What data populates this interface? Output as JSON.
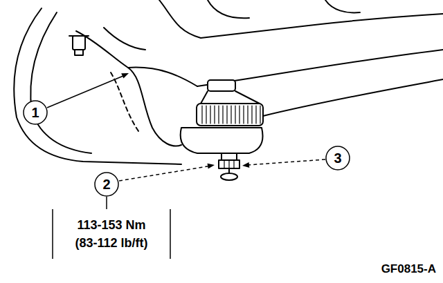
{
  "diagram": {
    "nodes": [
      {
        "text": [
          "1"
        ]
      },
      {
        "text": [
          "2"
        ]
      },
      {
        "text": [
          "3"
        ]
      },
      {
        "text": [
          "113-153 Nm",
          "(83-112 lb/ft)"
        ]
      }
    ],
    "edges": [
      {
        "from": 1,
        "to": 3,
        "arrow": "none"
      }
    ],
    "labels": [
      "GF0815-A"
    ]
  }
}
